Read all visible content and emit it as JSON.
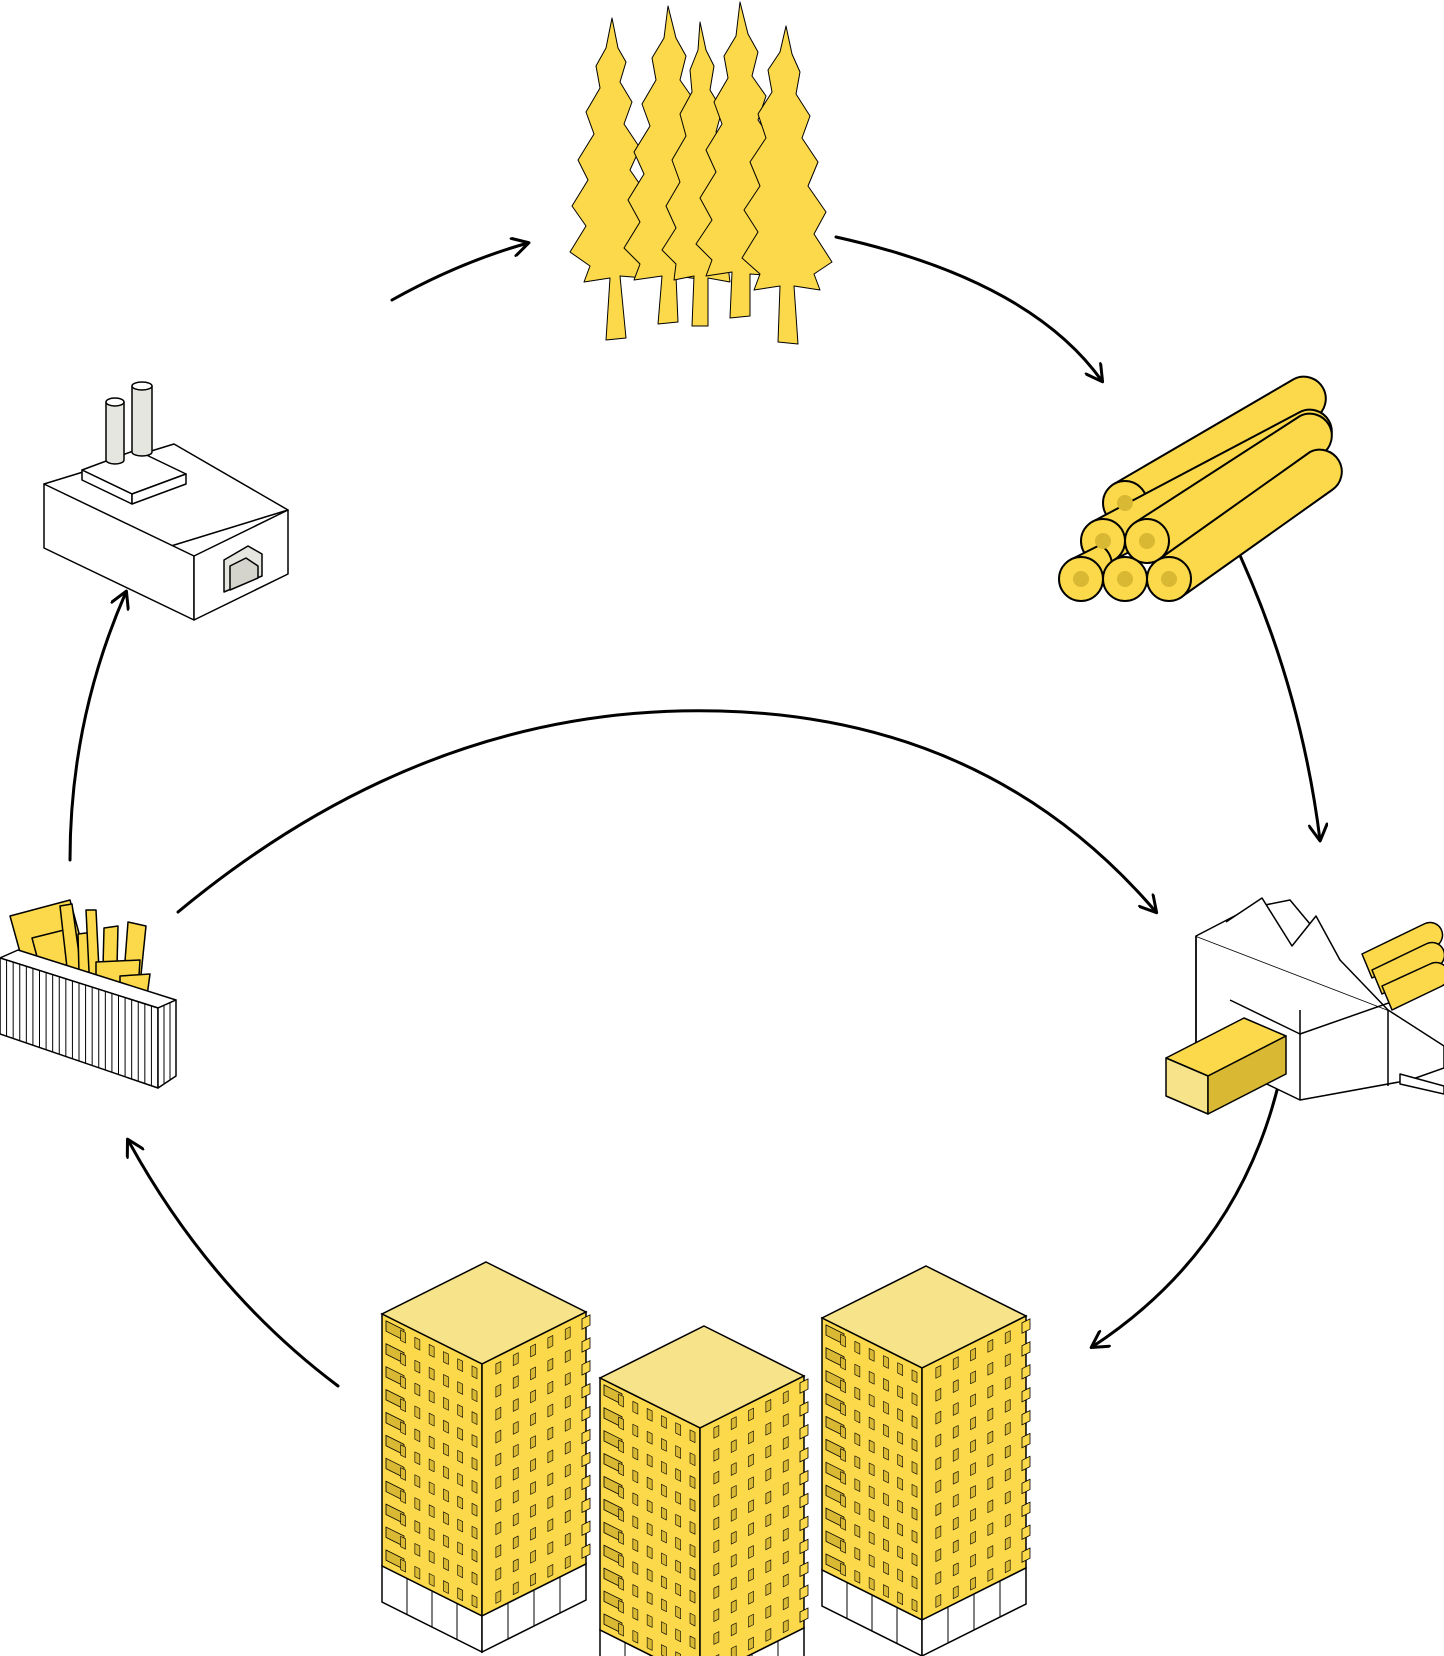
{
  "diagram": {
    "type": "wood-lifecycle-cycle",
    "colors": {
      "yellow": "#FBD94A",
      "yellow_light": "#F6E38A",
      "yellow_dark": "#D9B833",
      "outline": "#000000",
      "white": "#FFFFFF",
      "grey": "#E6E6E0"
    },
    "nodes": [
      {
        "id": "forest",
        "icon": "forest-icon"
      },
      {
        "id": "logs",
        "icon": "log-pile-icon"
      },
      {
        "id": "sawmill",
        "icon": "sawmill-icon"
      },
      {
        "id": "buildings",
        "icon": "timber-buildings-icon"
      },
      {
        "id": "waste",
        "icon": "waste-container-icon"
      },
      {
        "id": "power-plant",
        "icon": "power-plant-icon"
      }
    ],
    "edges": [
      {
        "from": "forest",
        "to": "logs"
      },
      {
        "from": "logs",
        "to": "sawmill"
      },
      {
        "from": "sawmill",
        "to": "buildings"
      },
      {
        "from": "buildings",
        "to": "waste"
      },
      {
        "from": "waste",
        "to": "power-plant"
      },
      {
        "from": "power-plant",
        "to": "forest"
      },
      {
        "from": "waste",
        "to": "sawmill"
      }
    ]
  }
}
